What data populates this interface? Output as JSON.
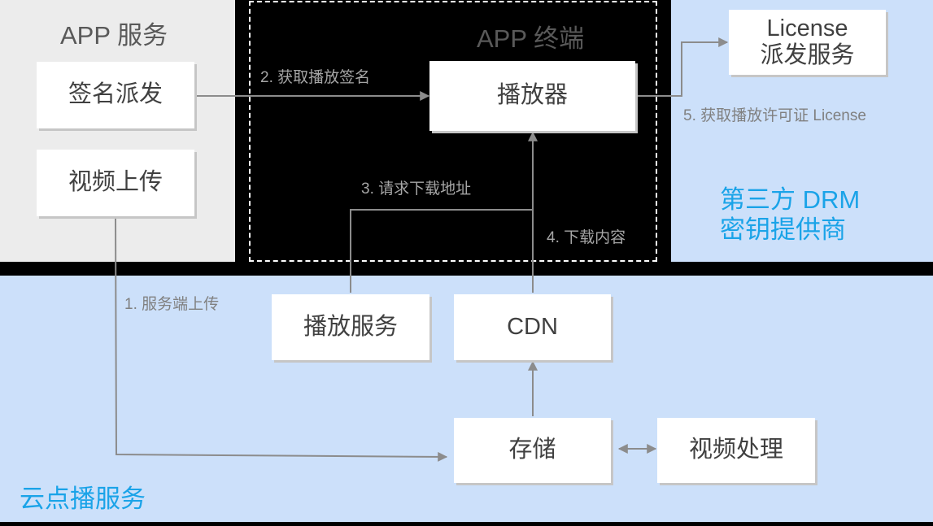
{
  "regions": {
    "app_service": "APP 服务",
    "app_terminal": "APP 终端",
    "drm_provider_line1": "第三方 DRM",
    "drm_provider_line2": "密钥提供商",
    "vod_service": "云点播服务"
  },
  "nodes": {
    "signature_dispatch": "签名派发",
    "video_upload": "视频上传",
    "player": "播放器",
    "license_service_line1": "License",
    "license_service_line2": "派发服务",
    "playback_service": "播放服务",
    "cdn": "CDN",
    "storage": "存储",
    "video_processing": "视频处理"
  },
  "edges": {
    "step1": "1. 服务端上传",
    "step2": "2. 获取播放签名",
    "step3": "3. 请求下载地址",
    "step4": "4. 下载内容",
    "step5": "5. 获取播放许可证 License"
  },
  "colors": {
    "background": "#000000",
    "app_service_bg": "#ececec",
    "blue_region_bg": "#cce0fa",
    "accent_title": "#1aa3e8",
    "arrow": "#8c8c8c"
  }
}
